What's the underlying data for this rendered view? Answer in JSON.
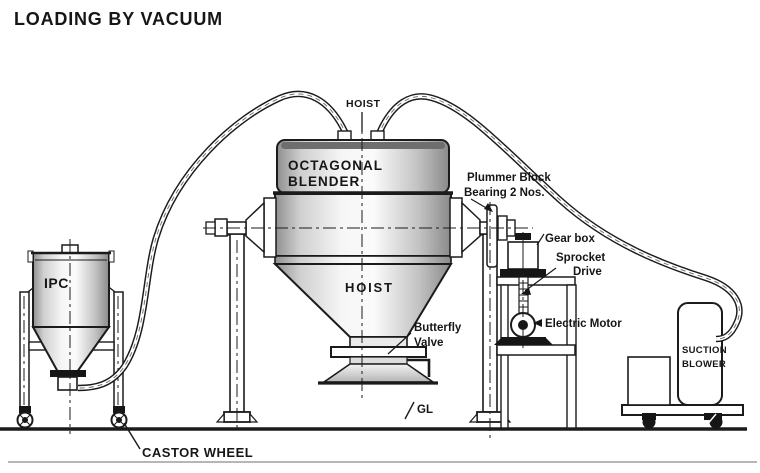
{
  "title": "LOADING BY VACUUM",
  "labels": {
    "hoist_top": "HOIST",
    "blender_1": "OCTAGONAL",
    "blender_2": "BLENDER",
    "plummer_1": "Plummer Block",
    "plummer_2": "Bearing 2 Nos.",
    "gear_box": "Gear box",
    "sprocket_1": "Sprocket",
    "sprocket_2": "Drive",
    "hoist_cone": "HOIST",
    "butterfly_1": "Butterfly",
    "butterfly_2": "Valve",
    "electric_motor": "Electric Motor",
    "ipc": "IPC",
    "suction_1": "SUCTION",
    "suction_2": "BLOWER",
    "ground_level": "GL",
    "castor_wheel": "CASTOR WHEEL"
  },
  "colors": {
    "ink": "#1b1b1b",
    "background": "#ffffff",
    "shade_dark": "#8c8c8c",
    "shade_light": "#fafafa"
  }
}
